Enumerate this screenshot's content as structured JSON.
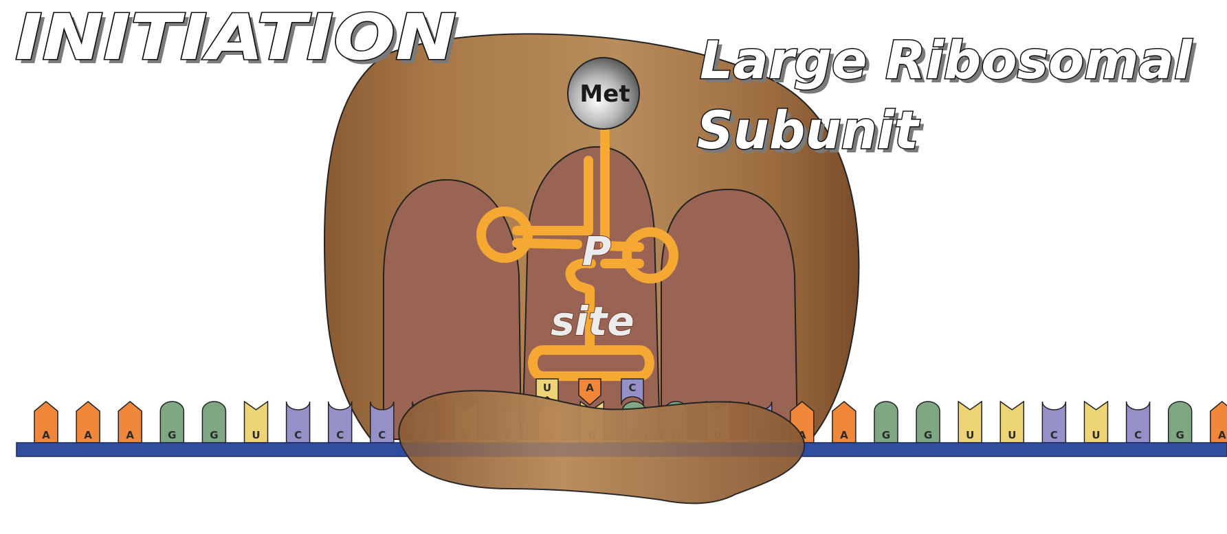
{
  "title": "INITIATION",
  "subunit_label": {
    "line1": "Large Ribosomal",
    "line2": "Subunit"
  },
  "amino_acid": {
    "label": "Met"
  },
  "site_label": {
    "line1": "P",
    "line2": "site"
  },
  "anticodon": [
    "U",
    "A",
    "C"
  ],
  "mrna": [
    "A",
    "A",
    "A",
    "G",
    "G",
    "U",
    "C",
    "C",
    "C",
    "C",
    "U",
    "C",
    "A",
    "U",
    "G",
    "G",
    "U",
    "C",
    "A",
    "A",
    "G",
    "G",
    "U",
    "U",
    "C",
    "U",
    "C",
    "G",
    "A"
  ],
  "colors": {
    "A": "#f0873a",
    "G": "#7fa784",
    "U": "#ecd477",
    "C": "#9590c8",
    "backbone": "#2f4ea0",
    "ribosome": "#a8744a",
    "site_pocket": "#9a6454",
    "trna": "#f5a832"
  }
}
